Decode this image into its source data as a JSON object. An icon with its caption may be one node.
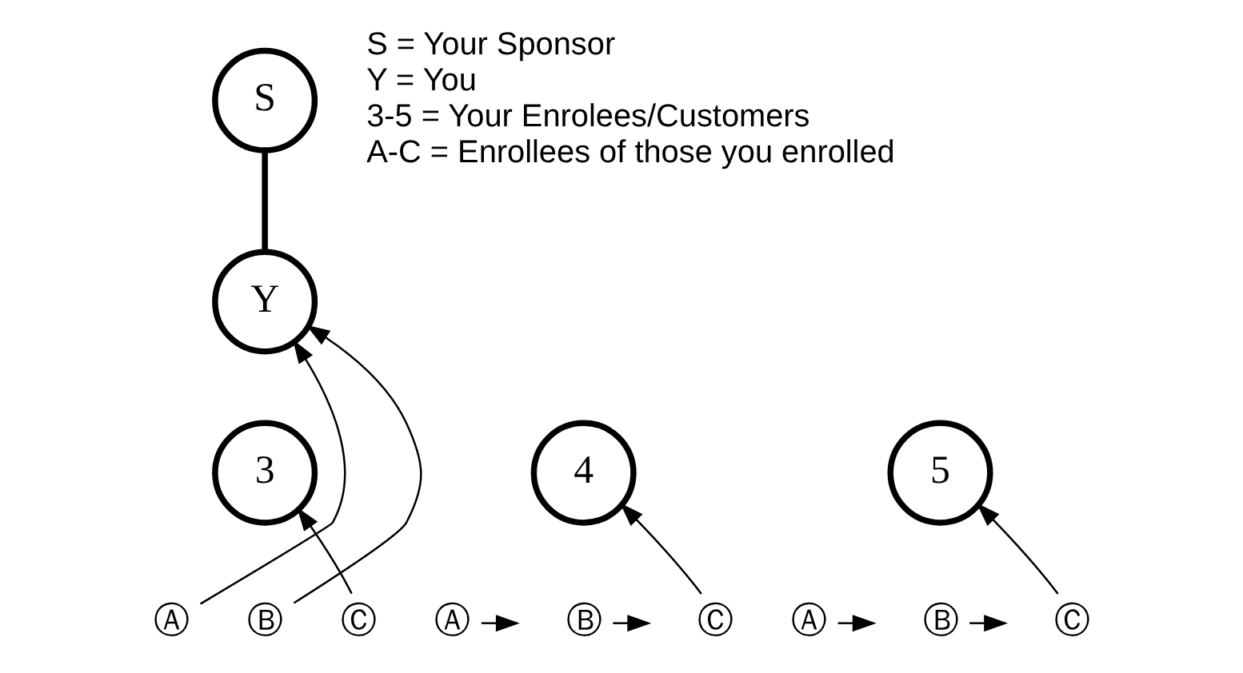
{
  "diagram": {
    "nodes": [
      {
        "text": [
          "S"
        ]
      },
      {
        "text": [
          "Y"
        ]
      },
      {
        "text": [
          "3"
        ]
      },
      {
        "text": [
          "4"
        ]
      },
      {
        "text": [
          "5"
        ]
      },
      {
        "text": [
          "Ⓐ"
        ]
      },
      {
        "text": [
          "Ⓑ"
        ]
      },
      {
        "text": [
          "Ⓒ"
        ]
      },
      {
        "text": [
          "Ⓐ"
        ]
      },
      {
        "text": [
          "Ⓑ"
        ]
      },
      {
        "text": [
          "Ⓒ"
        ]
      },
      {
        "text": [
          "Ⓐ"
        ]
      },
      {
        "text": [
          "Ⓑ"
        ]
      },
      {
        "text": [
          "Ⓒ"
        ]
      }
    ],
    "edges": [
      {
        "from": 0,
        "to": 1,
        "arrow": "none",
        "style": "thick"
      },
      {
        "from": 5,
        "to": 1,
        "arrow": "to"
      },
      {
        "from": 6,
        "to": 1,
        "arrow": "to"
      },
      {
        "from": 7,
        "to": 2,
        "arrow": "to"
      },
      {
        "from": 8,
        "to": null,
        "arrow": "to"
      },
      {
        "from": 9,
        "to": null,
        "arrow": "to"
      },
      {
        "from": 10,
        "to": 3,
        "arrow": "to"
      },
      {
        "from": 11,
        "to": null,
        "arrow": "to"
      },
      {
        "from": 12,
        "to": null,
        "arrow": "to"
      },
      {
        "from": 13,
        "to": 4,
        "arrow": "to"
      }
    ],
    "labels": [
      "S = Your Sponsor",
      "Y = You",
      "3-5 = Your Enrolees/Customers",
      "A-C = Enrollees of those you enrolled"
    ]
  }
}
